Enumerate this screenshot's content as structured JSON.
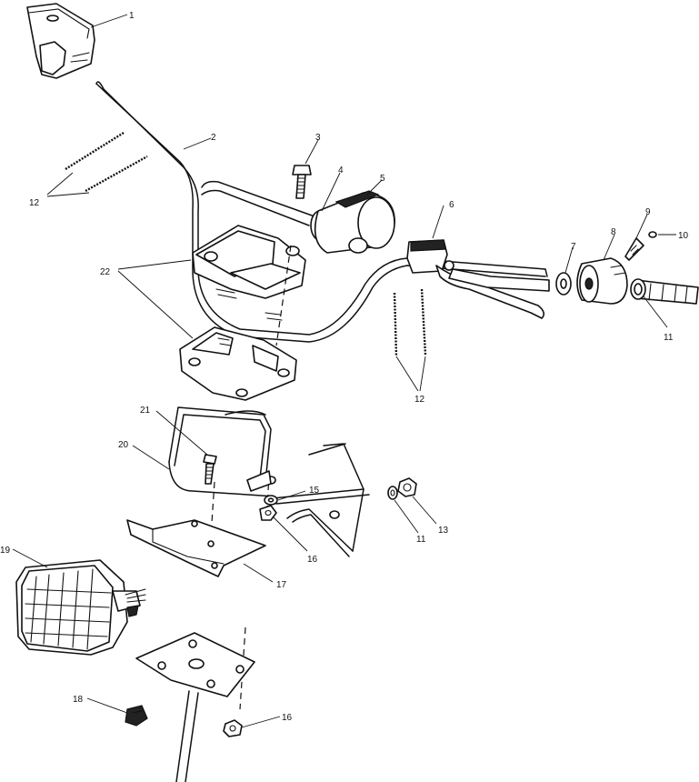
{
  "diagram": {
    "callouts": {
      "c1": "1",
      "c2": "2",
      "c3": "3",
      "c4": "4",
      "c5": "5",
      "c6": "6",
      "c7": "7",
      "c8": "8",
      "c9": "9",
      "c10": "10",
      "c11a": "11",
      "c11b": "11",
      "c12a": "12",
      "c12b": "12",
      "c13": "13",
      "c15": "15",
      "c16a": "16",
      "c16b": "16",
      "c17": "17",
      "c18": "18",
      "c19": "19",
      "c20": "20",
      "c21": "21",
      "c22": "22"
    }
  }
}
